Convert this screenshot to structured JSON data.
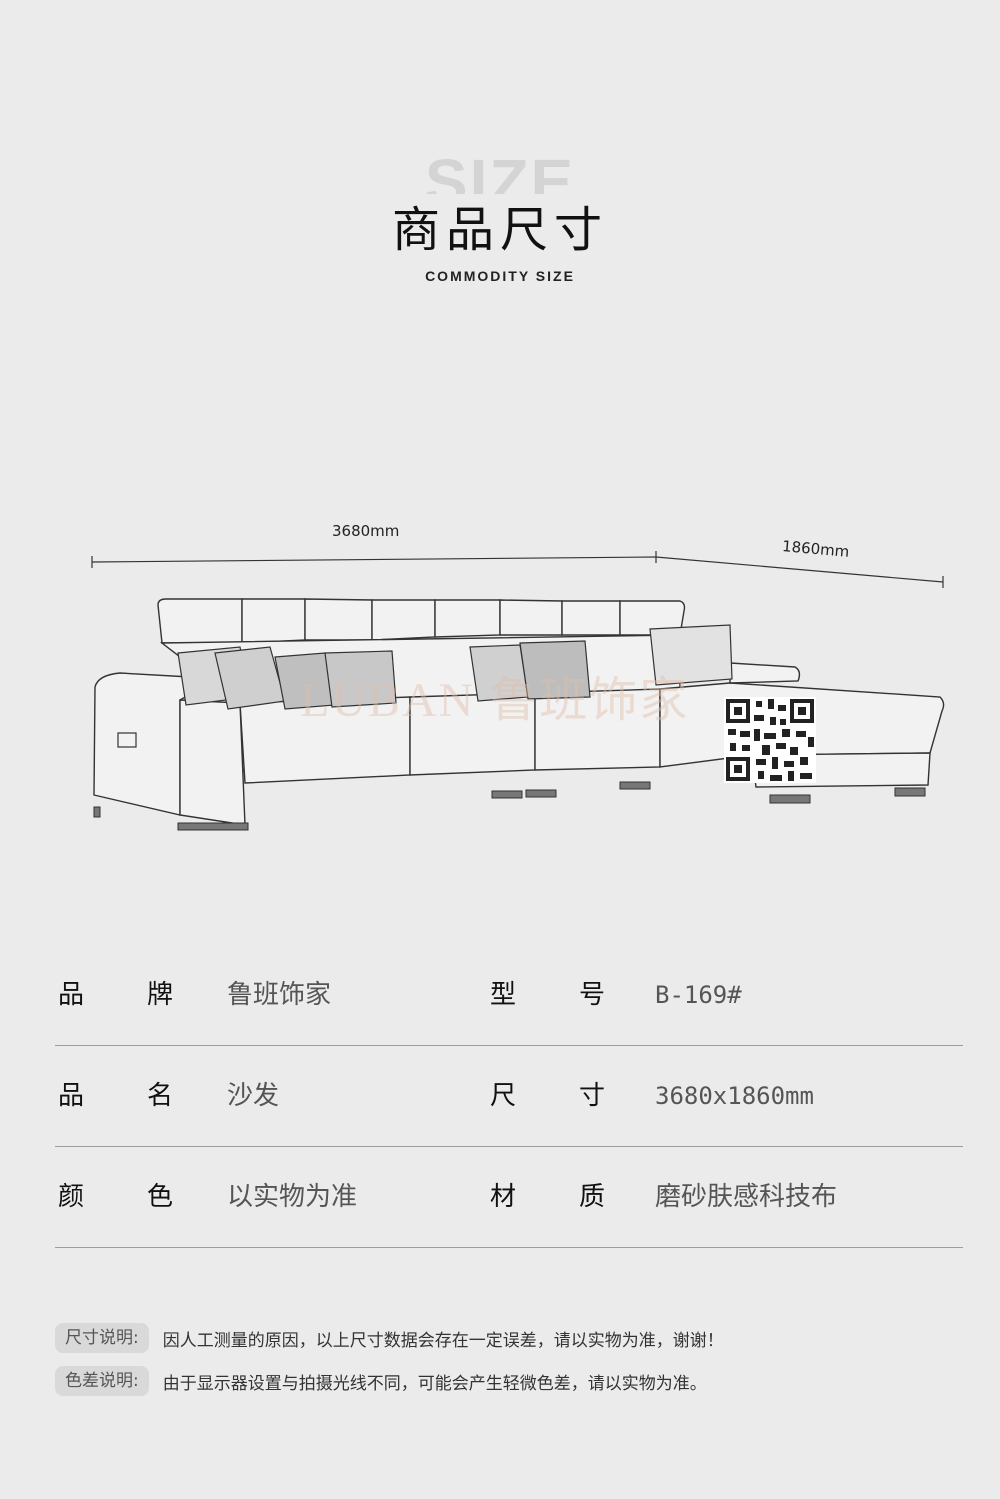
{
  "header": {
    "ghost": "SIZE",
    "title": "商品尺寸",
    "subtitle": "COMMODITY SIZE"
  },
  "dimensions": {
    "width_label": "3680mm",
    "depth_label": "1860mm"
  },
  "watermark": "LUBAN 鲁班饰家",
  "specs": [
    {
      "l1a": "品",
      "l1b": "牌",
      "v1": "鲁班饰家",
      "l2a": "型",
      "l2b": "号",
      "v2": "B-169#"
    },
    {
      "l1a": "品",
      "l1b": "名",
      "v1": "沙发",
      "l2a": "尺",
      "l2b": "寸",
      "v2": "3680x1860mm"
    },
    {
      "l1a": "颜",
      "l1b": "色",
      "v1": "以实物为准",
      "l2a": "材",
      "l2b": "质",
      "v2": "磨砂肤感科技布"
    }
  ],
  "notes": [
    {
      "tag": "尺寸说明:",
      "text": "因人工测量的原因，以上尺寸数据会存在一定误差，请以实物为准，谢谢！"
    },
    {
      "tag": "色差说明:",
      "text": "由于显示器设置与拍摄光线不同，可能会产生轻微色差，请以实物为准。"
    }
  ]
}
